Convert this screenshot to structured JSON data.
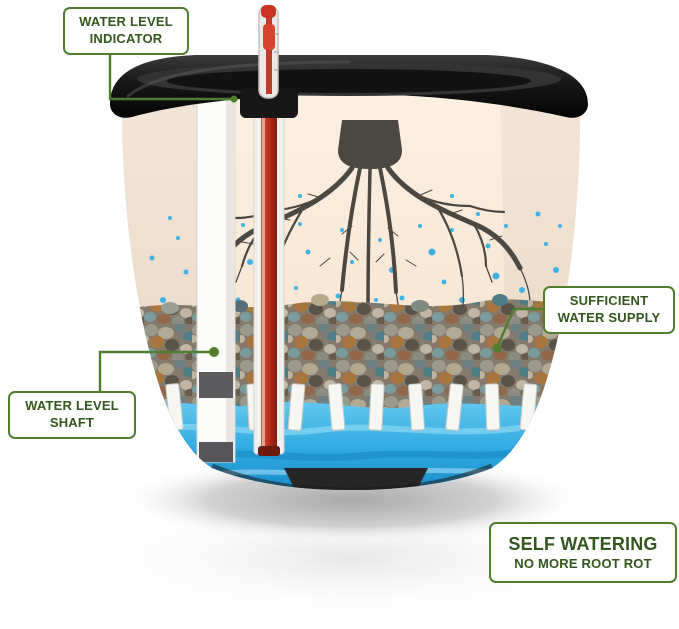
{
  "colors": {
    "label_border": "#4f7e2e",
    "label_text": "#33571c",
    "connector": "#4f7e2e",
    "pot_body": "#f8e6d3",
    "rim_black": "#141414",
    "water_blue": "#2fa9e1",
    "indicator_red": "#c23b2a",
    "shadow_gray": "#c9c9c9"
  },
  "callouts": {
    "water_level_indicator": {
      "line1": "WATER LEVEL",
      "line2": "INDICATOR"
    },
    "sufficient_water_supply": {
      "line1": "SUFFICIENT",
      "line2": "WATER SUPPLY"
    },
    "water_level_shaft": {
      "line1": "WATER LEVEL",
      "line2": "SHAFT"
    },
    "self_watering": {
      "line1": "SELF WATERING",
      "line2": "NO MORE ROOT ROT"
    }
  }
}
